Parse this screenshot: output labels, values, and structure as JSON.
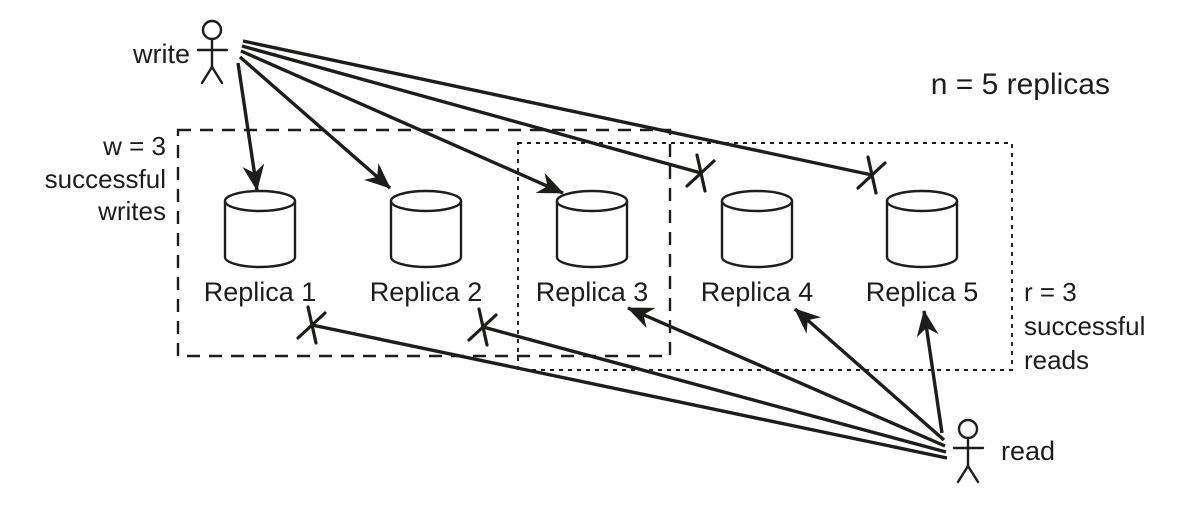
{
  "labels": {
    "write_actor": "write",
    "read_actor": "read",
    "replica_count": "n = 5 replicas",
    "write_quorum_lines": [
      "w = 3",
      "successful",
      "writes"
    ],
    "read_quorum_lines": [
      "r = 3",
      "successful",
      "reads"
    ]
  },
  "replicas": [
    {
      "label": "Replica 1"
    },
    {
      "label": "Replica 2"
    },
    {
      "label": "Replica 3"
    },
    {
      "label": "Replica 4"
    },
    {
      "label": "Replica 5"
    }
  ],
  "semantics": {
    "n_replicas": 5,
    "w_quorum": 3,
    "r_quorum": 3,
    "successful_writes": [
      "Replica 1",
      "Replica 2",
      "Replica 3"
    ],
    "failed_writes": [
      "Replica 4",
      "Replica 5"
    ],
    "successful_reads": [
      "Replica 3",
      "Replica 4",
      "Replica 5"
    ],
    "failed_reads": [
      "Replica 1",
      "Replica 2"
    ]
  },
  "colors": {
    "ink": "#1d1d1b",
    "background": "#ffffff"
  }
}
